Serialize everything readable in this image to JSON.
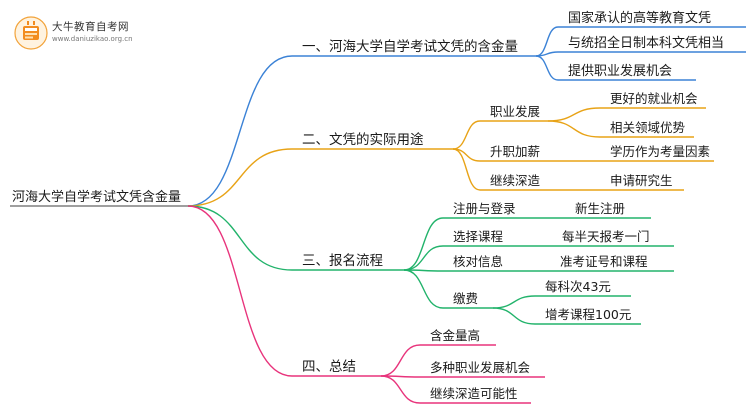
{
  "logo": {
    "title": "大牛教育自考网",
    "url": "www.daniuzikao.org.cn"
  },
  "colors": {
    "blue": "#3b82d6",
    "orange": "#e8a317",
    "green": "#22b36b",
    "pink": "#e8347c"
  },
  "root": "河海大学自学考试文凭含金量",
  "branches": [
    {
      "label": "一、河海大学自学考试文凭的含金量",
      "children": [
        {
          "label": "国家承认的高等教育文凭"
        },
        {
          "label": "与统招全日制本科文凭相当"
        },
        {
          "label": "提供职业发展机会"
        }
      ]
    },
    {
      "label": "二、文凭的实际用途",
      "children": [
        {
          "label": "职业发展",
          "children": [
            {
              "label": "更好的就业机会"
            },
            {
              "label": "相关领域优势"
            }
          ]
        },
        {
          "label": "升职加薪",
          "children": [
            {
              "label": "学历作为考量因素"
            }
          ]
        },
        {
          "label": "继续深造",
          "children": [
            {
              "label": "申请研究生"
            }
          ]
        }
      ]
    },
    {
      "label": "三、报名流程",
      "children": [
        {
          "label": "注册与登录",
          "children": [
            {
              "label": "新生注册"
            }
          ]
        },
        {
          "label": "选择课程",
          "children": [
            {
              "label": "每半天报考一门"
            }
          ]
        },
        {
          "label": "核对信息",
          "children": [
            {
              "label": "准考证号和课程"
            }
          ]
        },
        {
          "label": "缴费",
          "children": [
            {
              "label": "每科次43元"
            },
            {
              "label": "增考课程100元"
            }
          ]
        }
      ]
    },
    {
      "label": "四、总结",
      "children": [
        {
          "label": "含金量高"
        },
        {
          "label": "多种职业发展机会"
        },
        {
          "label": "继续深造可能性"
        }
      ]
    }
  ]
}
